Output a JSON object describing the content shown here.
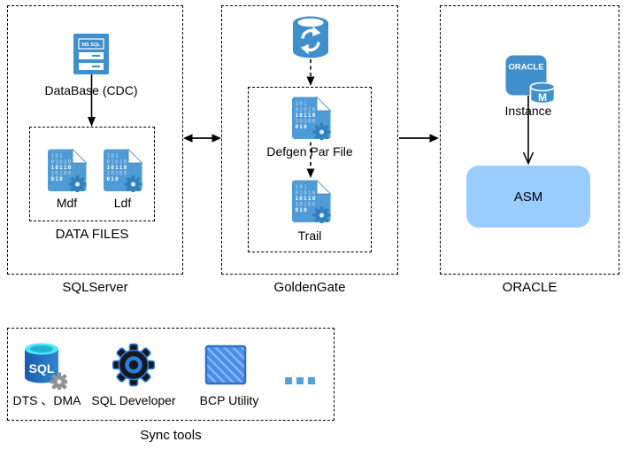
{
  "sections": {
    "sqlserver": {
      "box_label": "SQLServer",
      "database_label": "DataBase (CDC)",
      "datafiles_label": "DATA FILES",
      "mdf_label": "Mdf",
      "ldf_label": "Ldf"
    },
    "goldengate": {
      "box_label": "GoldenGate",
      "defgen_label": "Defgen Par File",
      "trail_label": "Trail"
    },
    "oracle": {
      "box_label": "ORACLE",
      "instance_label": "Instance",
      "asm_label": "ASM"
    },
    "sync_tools": {
      "box_label": "Sync tools",
      "dts_label": "DTS 、DMA",
      "sqldev_label": "SQL Developer",
      "bcp_label": "BCP Utility",
      "more_label": "..."
    }
  },
  "icon_texts": {
    "mssql": "MS SQL",
    "oracle": "ORACLE",
    "oracle_m": "M",
    "sql": "SQL",
    "binary_row_1": "101",
    "binary_row_2": "01010",
    "binary_row_3": "10110",
    "binary_row_4": "10100",
    "binary_row_5": "010"
  },
  "colors": {
    "icon_blue": "#3e8fcb",
    "file_blue": "#4f9bd5",
    "asm_fill": "#99ccff",
    "azure_sql_dark": "#1b5cad",
    "azure_sql_cyan": "#50e6ff",
    "dev_gear_blue": "#2f7de1",
    "bcp_blue": "#4a8ee6",
    "dots_blue": "#4ea3dc"
  }
}
